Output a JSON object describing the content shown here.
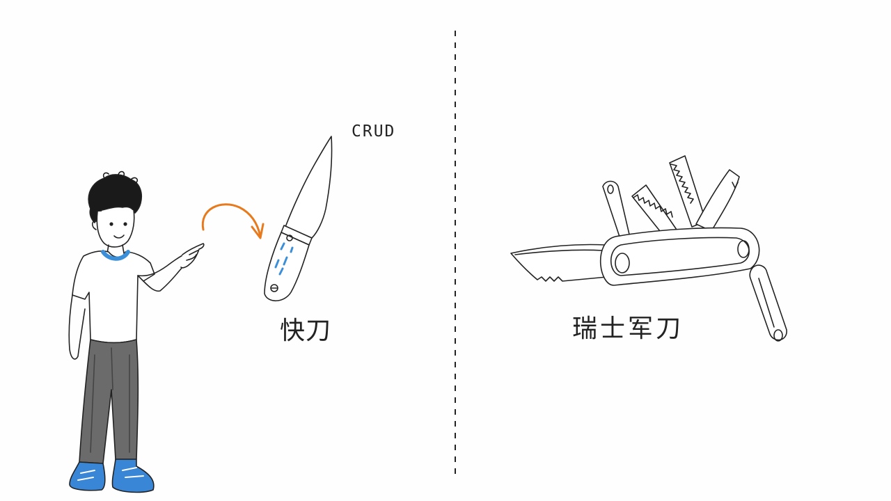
{
  "labels": {
    "crud": "CRUD",
    "left_caption": "快刀",
    "right_caption": "瑞士军刀"
  },
  "colors": {
    "ink": "#222222",
    "accent_orange": "#e87a1e",
    "accent_blue": "#3b8fd9",
    "pants_gray": "#6b6b6b",
    "shoe_blue": "#3a86d6",
    "background": "#fefefe"
  },
  "icons": {
    "kitchen_knife": "kitchen-knife-icon",
    "swiss_army_knife": "swiss-army-knife-icon",
    "curved_arrow": "curved-arrow-icon",
    "person": "person-figure"
  }
}
